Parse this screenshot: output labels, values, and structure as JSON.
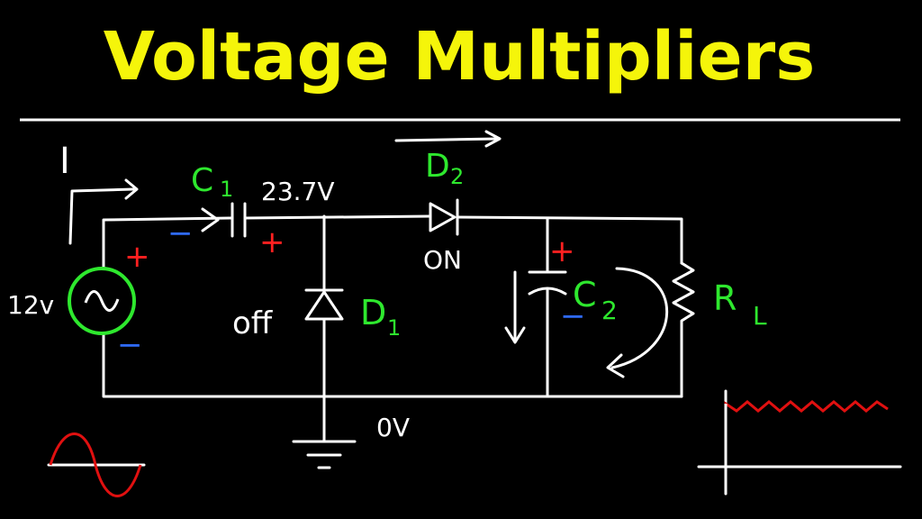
{
  "title": "Voltage Multipliers",
  "labels": {
    "current": "I",
    "c1": "C",
    "c1_sub": "1",
    "node_voltage": "23.7V",
    "d2": "D",
    "d2_sub": "2",
    "d2_state": "ON",
    "source_voltage": "12v",
    "d1_state": "off",
    "d1": "D",
    "d1_sub": "1",
    "c2": "C",
    "c2_sub": "2",
    "rl": "R",
    "rl_sub": "L",
    "ground_voltage": "0V",
    "plus": "+",
    "minus": "−"
  },
  "colors": {
    "background": "#000000",
    "title": "#f5f50a",
    "wire": "#ffffff",
    "component_label": "#2ee82e",
    "plus_sign": "#ff2020",
    "minus_sign": "#2f6bff",
    "source_circle": "#2ee82e",
    "sine_wave": "#e01010",
    "output_ripple": "#e01010"
  },
  "icons": {
    "source": "ac-source-icon",
    "diode": "diode-icon",
    "capacitor": "capacitor-icon",
    "resistor": "resistor-icon",
    "ground": "ground-icon"
  }
}
